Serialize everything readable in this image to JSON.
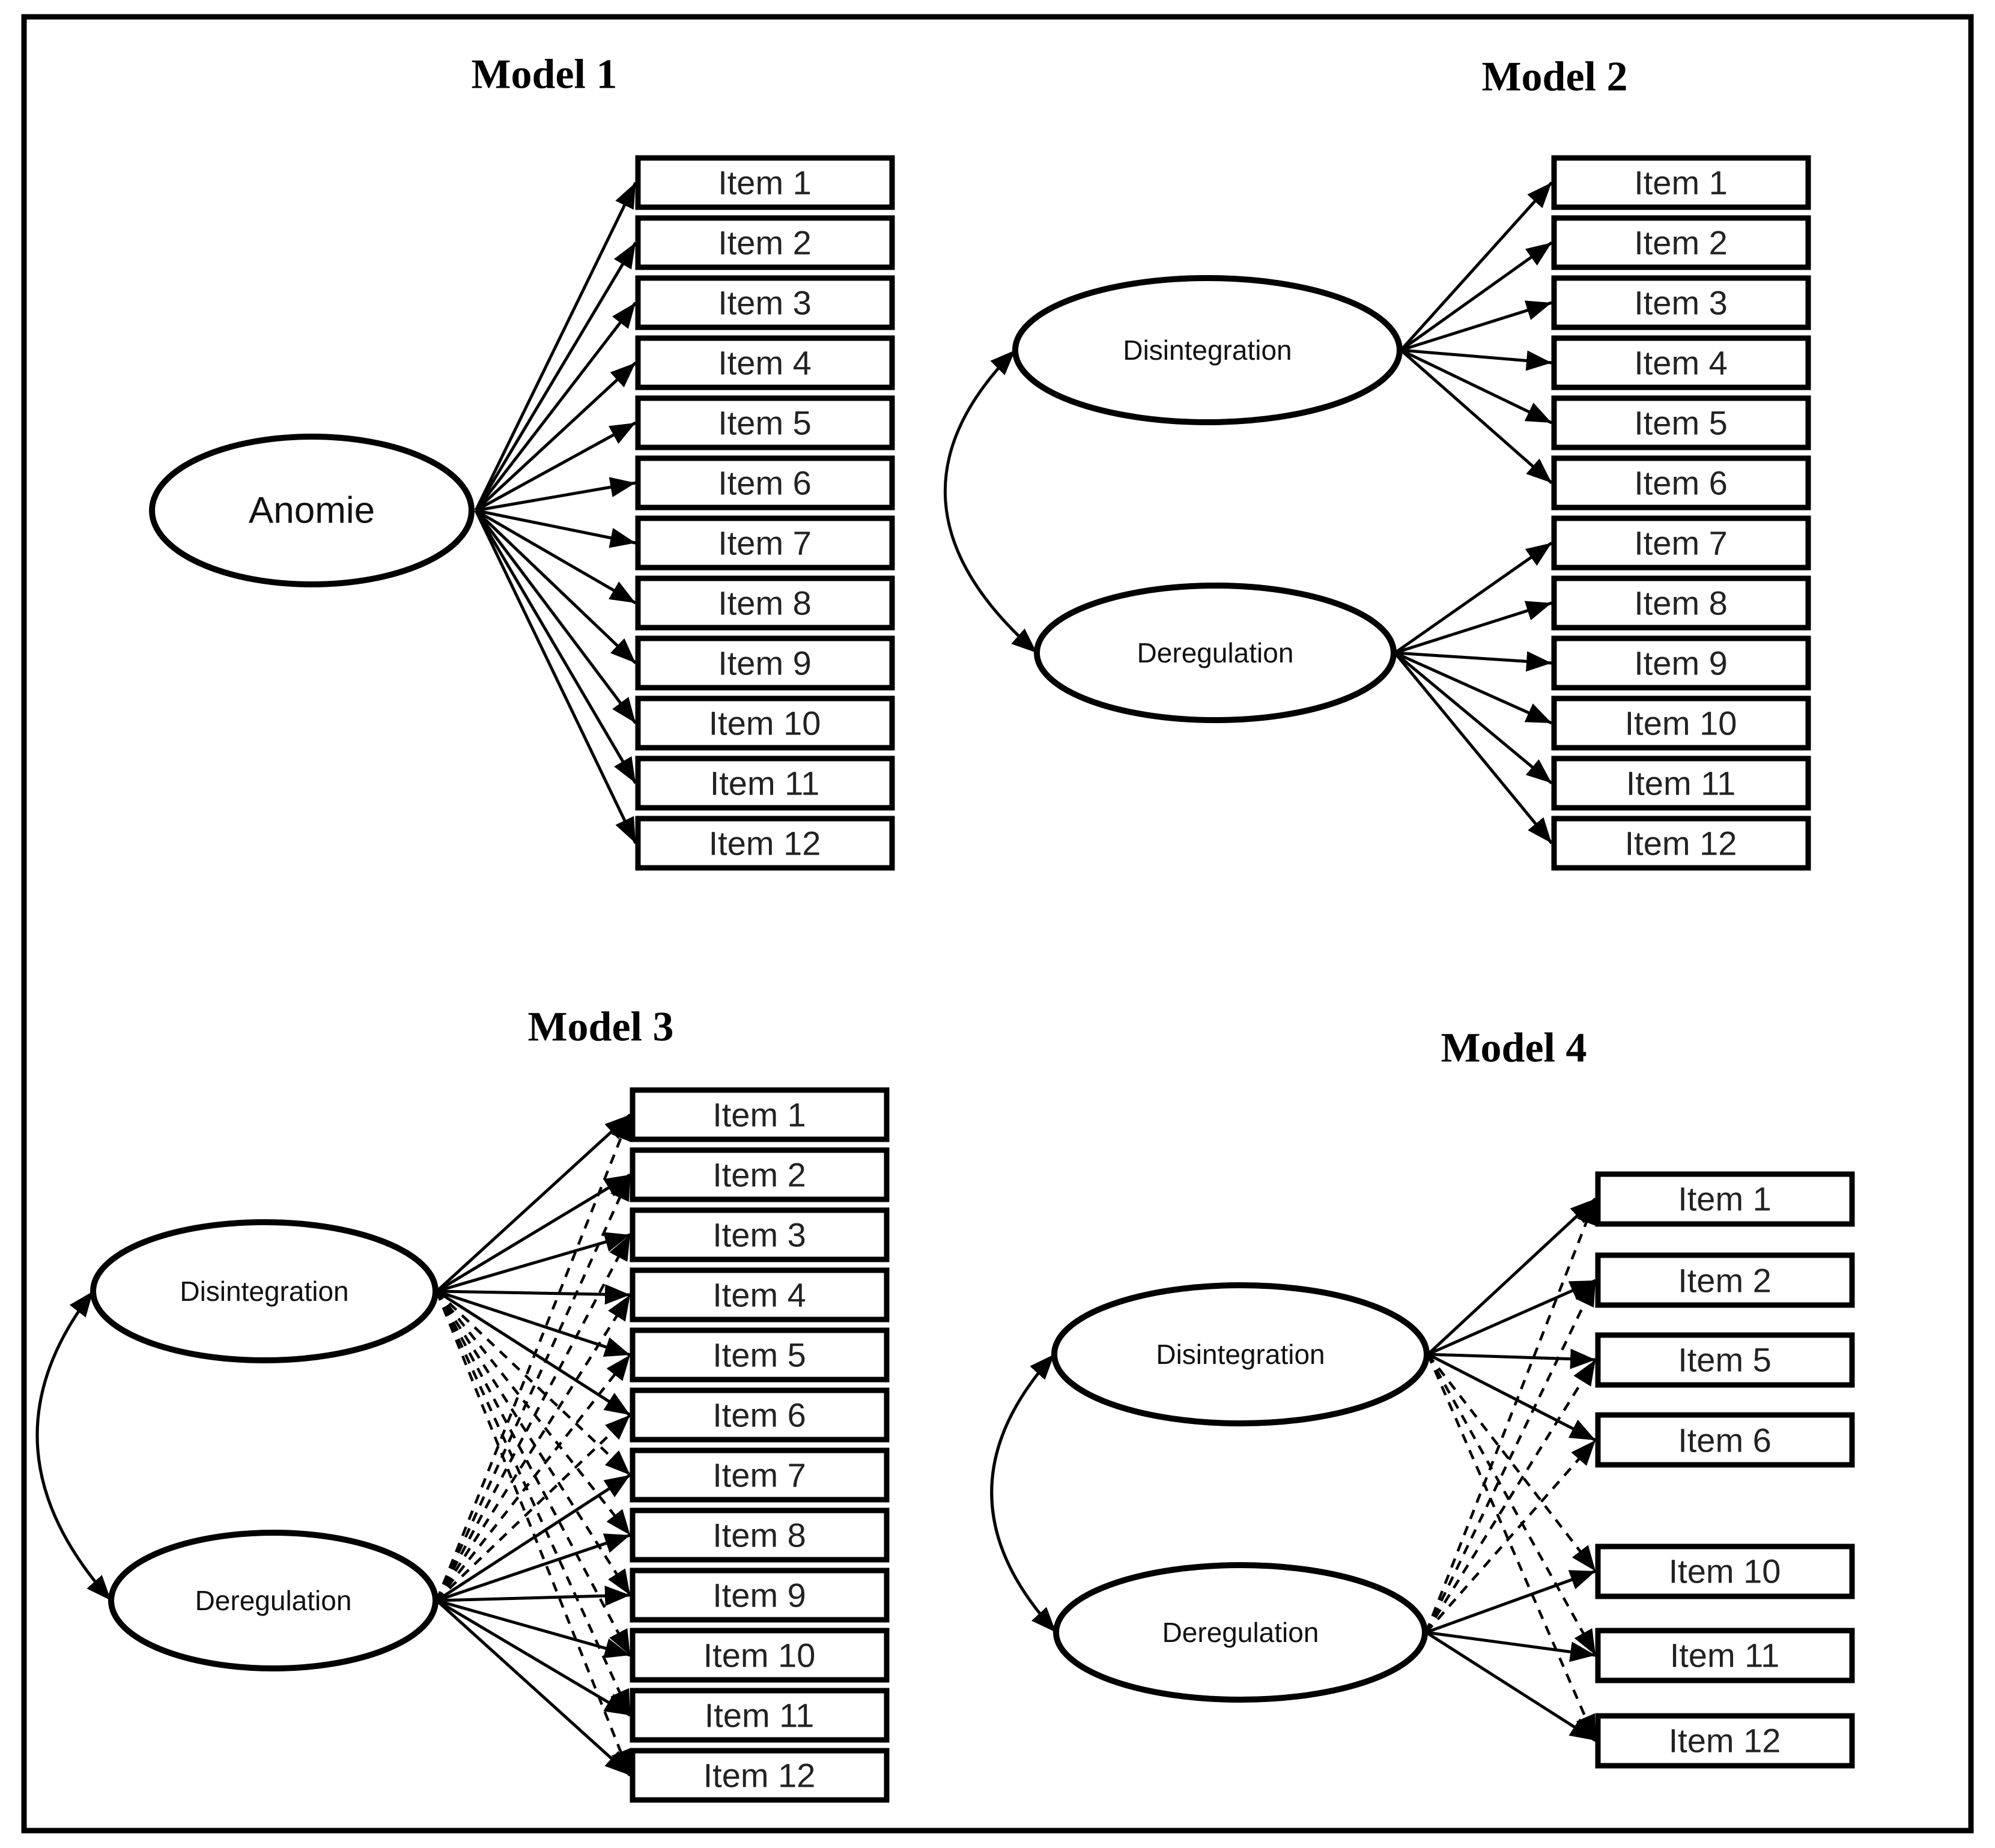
{
  "colors": {
    "ink": "#000000",
    "text": "#222222",
    "background": "#ffffff"
  },
  "models": [
    {
      "title": "Model 1",
      "factors": [
        {
          "label": "Anomie"
        }
      ],
      "items": [
        "Item 1",
        "Item 2",
        "Item 3",
        "Item 4",
        "Item 5",
        "Item 6",
        "Item 7",
        "Item 8",
        "Item 9",
        "Item 10",
        "Item 11",
        "Item 12"
      ],
      "covariance": false,
      "edges": [
        {
          "factor": "Anomie",
          "style": "solid",
          "items": [
            "Item 1",
            "Item 2",
            "Item 3",
            "Item 4",
            "Item 5",
            "Item 6",
            "Item 7",
            "Item 8",
            "Item 9",
            "Item 10",
            "Item 11",
            "Item 12"
          ]
        }
      ]
    },
    {
      "title": "Model 2",
      "factors": [
        {
          "label": "Disintegration"
        },
        {
          "label": "Deregulation"
        }
      ],
      "items": [
        "Item 1",
        "Item 2",
        "Item 3",
        "Item 4",
        "Item 5",
        "Item 6",
        "Item 7",
        "Item 8",
        "Item 9",
        "Item 10",
        "Item 11",
        "Item 12"
      ],
      "covariance": true,
      "edges": [
        {
          "factor": "Disintegration",
          "style": "solid",
          "items": [
            "Item 1",
            "Item 2",
            "Item 3",
            "Item 4",
            "Item 5",
            "Item 6"
          ]
        },
        {
          "factor": "Deregulation",
          "style": "solid",
          "items": [
            "Item 7",
            "Item 8",
            "Item 9",
            "Item 10",
            "Item 11",
            "Item 12"
          ]
        }
      ]
    },
    {
      "title": "Model 3",
      "factors": [
        {
          "label": "Disintegration"
        },
        {
          "label": "Deregulation"
        }
      ],
      "items": [
        "Item 1",
        "Item 2",
        "Item 3",
        "Item 4",
        "Item 5",
        "Item 6",
        "Item 7",
        "Item 8",
        "Item 9",
        "Item 10",
        "Item 11",
        "Item 12"
      ],
      "covariance": true,
      "edges": [
        {
          "factor": "Disintegration",
          "style": "solid",
          "items": [
            "Item 1",
            "Item 2",
            "Item 3",
            "Item 4",
            "Item 5",
            "Item 6"
          ]
        },
        {
          "factor": "Disintegration",
          "style": "dashed",
          "items": [
            "Item 7",
            "Item 8",
            "Item 9",
            "Item 10",
            "Item 11",
            "Item 12"
          ]
        },
        {
          "factor": "Deregulation",
          "style": "solid",
          "items": [
            "Item 7",
            "Item 8",
            "Item 9",
            "Item 10",
            "Item 11",
            "Item 12"
          ]
        },
        {
          "factor": "Deregulation",
          "style": "dashed",
          "items": [
            "Item 1",
            "Item 2",
            "Item 3",
            "Item 4",
            "Item 5",
            "Item 6"
          ]
        }
      ]
    },
    {
      "title": "Model 4",
      "factors": [
        {
          "label": "Disintegration"
        },
        {
          "label": "Deregulation"
        }
      ],
      "items": [
        "Item 1",
        "Item 2",
        "Item 5",
        "Item 6",
        "Item 10",
        "Item 11",
        "Item 12"
      ],
      "covariance": true,
      "edges": [
        {
          "factor": "Disintegration",
          "style": "solid",
          "items": [
            "Item 1",
            "Item 2",
            "Item 5",
            "Item 6"
          ]
        },
        {
          "factor": "Disintegration",
          "style": "dashed",
          "items": [
            "Item 10",
            "Item 11",
            "Item 12"
          ]
        },
        {
          "factor": "Deregulation",
          "style": "solid",
          "items": [
            "Item 10",
            "Item 11",
            "Item 12"
          ]
        },
        {
          "factor": "Deregulation",
          "style": "dashed",
          "items": [
            "Item 1",
            "Item 2",
            "Item 5",
            "Item 6"
          ]
        }
      ]
    }
  ]
}
